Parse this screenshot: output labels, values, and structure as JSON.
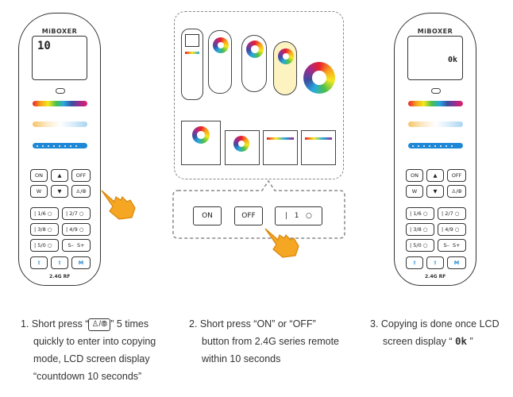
{
  "remote": {
    "brand": "MiBOXER",
    "lcd_countdown": "10",
    "lcd_done": "0k",
    "keys": {
      "on": "ON",
      "up": "▲",
      "off": "OFF",
      "w": "W",
      "down": "▼",
      "mode": "♙/⦾",
      "zone1": "1/6",
      "zone2": "2/7",
      "zone3": "3/8",
      "zone4": "4/9",
      "zone5": "5/0",
      "s_minus": "S–",
      "s_plus": "S+",
      "m": "M"
    },
    "badge": "2.4G RF"
  },
  "panel": {
    "on": "ON",
    "off": "OFF",
    "one": "1"
  },
  "steps": {
    "s1": {
      "line1_a": "1. Short press “",
      "icon": "♙/⦾",
      "line1_b": "” 5 times",
      "line2": "quickly to enter into copying",
      "line3": "mode, LCD screen display",
      "line4": "“countdown 10 seconds”"
    },
    "s2": {
      "line1": "2. Short press “ON” or “OFF”",
      "line2": "button from 2.4G series remote",
      "line3": "within 10 seconds"
    },
    "s3": {
      "line1": "3. Copying is done once LCD",
      "line2_a": "screen display “ ",
      "glyph": "0k",
      "line2_b": " ”"
    }
  },
  "colors": {
    "accent_blue": "#1e88d6",
    "hand_orange": "#f5a623",
    "outline": "#333333"
  }
}
